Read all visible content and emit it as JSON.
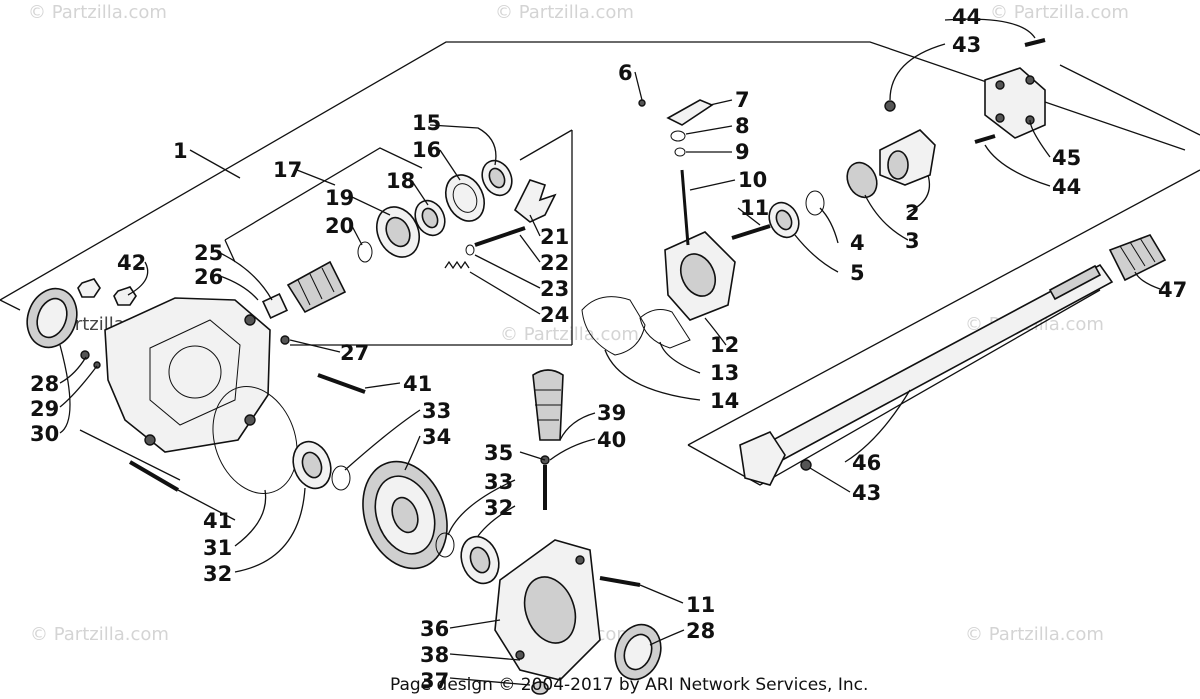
{
  "watermark": "© Partzilla.com",
  "footer": "Page design © 2004-2017 by ARI Network Services, Inc.",
  "callouts": [
    {
      "id": "c1",
      "text": "1"
    },
    {
      "id": "c2",
      "text": "2"
    },
    {
      "id": "c3",
      "text": "3"
    },
    {
      "id": "c4",
      "text": "4"
    },
    {
      "id": "c5",
      "text": "5"
    },
    {
      "id": "c6",
      "text": "6"
    },
    {
      "id": "c7",
      "text": "7"
    },
    {
      "id": "c8",
      "text": "8"
    },
    {
      "id": "c9",
      "text": "9"
    },
    {
      "id": "c10",
      "text": "10"
    },
    {
      "id": "c11a",
      "text": "11"
    },
    {
      "id": "c11b",
      "text": "11"
    },
    {
      "id": "c12",
      "text": "12"
    },
    {
      "id": "c13",
      "text": "13"
    },
    {
      "id": "c14",
      "text": "14"
    },
    {
      "id": "c15",
      "text": "15"
    },
    {
      "id": "c16",
      "text": "16"
    },
    {
      "id": "c17",
      "text": "17"
    },
    {
      "id": "c18",
      "text": "18"
    },
    {
      "id": "c19",
      "text": "19"
    },
    {
      "id": "c20",
      "text": "20"
    },
    {
      "id": "c21",
      "text": "21"
    },
    {
      "id": "c22",
      "text": "22"
    },
    {
      "id": "c23",
      "text": "23"
    },
    {
      "id": "c24",
      "text": "24"
    },
    {
      "id": "c25",
      "text": "25"
    },
    {
      "id": "c26",
      "text": "26"
    },
    {
      "id": "c27",
      "text": "27"
    },
    {
      "id": "c28a",
      "text": "28"
    },
    {
      "id": "c28b",
      "text": "28"
    },
    {
      "id": "c29",
      "text": "29"
    },
    {
      "id": "c30",
      "text": "30"
    },
    {
      "id": "c31",
      "text": "31"
    },
    {
      "id": "c32a",
      "text": "32"
    },
    {
      "id": "c32b",
      "text": "32"
    },
    {
      "id": "c33a",
      "text": "33"
    },
    {
      "id": "c33b",
      "text": "33"
    },
    {
      "id": "c34",
      "text": "34"
    },
    {
      "id": "c35",
      "text": "35"
    },
    {
      "id": "c36",
      "text": "36"
    },
    {
      "id": "c37",
      "text": "37"
    },
    {
      "id": "c38",
      "text": "38"
    },
    {
      "id": "c39",
      "text": "39"
    },
    {
      "id": "c40",
      "text": "40"
    },
    {
      "id": "c41a",
      "text": "41"
    },
    {
      "id": "c41b",
      "text": "41"
    },
    {
      "id": "c42",
      "text": "42"
    },
    {
      "id": "c43a",
      "text": "43"
    },
    {
      "id": "c43b",
      "text": "43"
    },
    {
      "id": "c44a",
      "text": "44"
    },
    {
      "id": "c44b",
      "text": "44"
    },
    {
      "id": "c45",
      "text": "45"
    },
    {
      "id": "c46",
      "text": "46"
    },
    {
      "id": "c47",
      "text": "47"
    }
  ]
}
